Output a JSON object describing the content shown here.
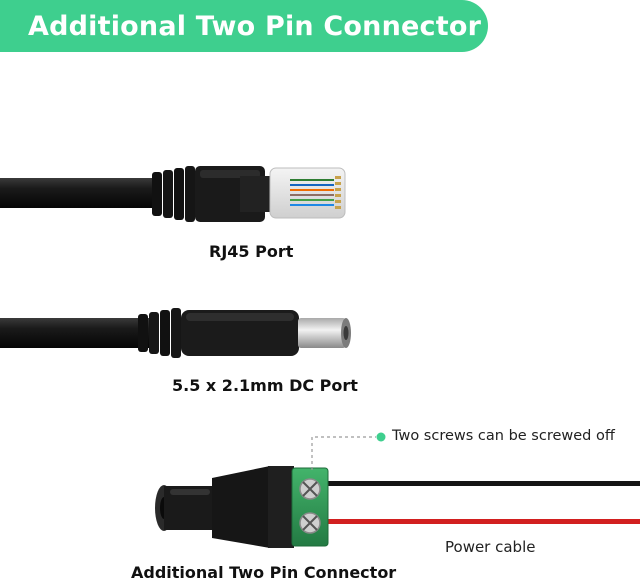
{
  "banner": {
    "title": "Additional Two Pin Connector"
  },
  "items": {
    "rj45_label": "RJ45 Port",
    "dc_label": "5.5 x 2.1mm DC Port",
    "connector_label": "Additional Two Pin Connector"
  },
  "annotations": {
    "screws_note": "Two screws can be screwed off",
    "cable_note": "Power cable"
  },
  "colors": {
    "accent": "#3ecf8e",
    "terminal_green": "#2f9a57",
    "wire_red": "#d21f1f",
    "cable_black": "#1a1a1a"
  }
}
